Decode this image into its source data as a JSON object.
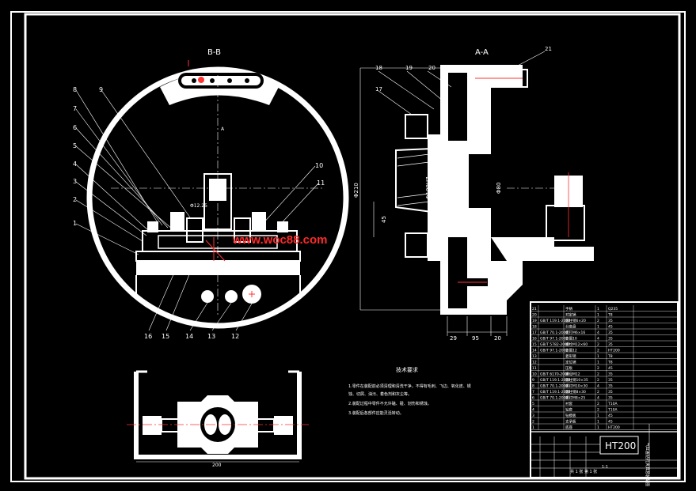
{
  "views": {
    "section_bb": "B-B",
    "section_aa": "A-A"
  },
  "watermark": "www.woc88.com",
  "callouts_bb_left": [
    "8",
    "7",
    "6",
    "5",
    "4",
    "3",
    "2",
    "1"
  ],
  "callouts_bb_top": [
    "9"
  ],
  "callouts_bb_right": [
    "10",
    "11"
  ],
  "callouts_bb_bottom": [
    "16",
    "15",
    "14",
    "13",
    "12"
  ],
  "callouts_aa": [
    "18",
    "19",
    "20",
    "21",
    "17"
  ],
  "dimensions": {
    "d210": "Φ210",
    "d45": "45",
    "d80": "Φ80",
    "d70": "Φ70",
    "d100h7": "Φ100H7",
    "w29": "29",
    "w95": "95",
    "w20": "20",
    "bottom": "200",
    "phi": "Φ12.25"
  },
  "tech": {
    "title": "技术要求",
    "lines": [
      "1.零件在装配前必须清理和清洗干净，不得有毛刺、飞边、氧化皮、锈",
      "蚀、切屑、油污、着色剂和灰尘等。",
      "2.装配过程中零件不允许磕、碰、划伤和锈蚀。",
      "3.装配后各部件应能灵活转动。"
    ]
  },
  "title_block": {
    "material": "HT200",
    "drawing_name": "气缸盖钻孔夹具总装配图",
    "rows": [
      [
        "1",
        "",
        "底座",
        "1",
        "HT200"
      ],
      [
        "2",
        "",
        "支承板",
        "1",
        "45"
      ],
      [
        "3",
        "",
        "钻模板",
        "1",
        "45"
      ],
      [
        "4",
        "",
        "钻套",
        "2",
        "T10A"
      ],
      [
        "5",
        "",
        "衬套",
        "2",
        "T10A"
      ],
      [
        "6",
        "GB/T 70.1-2000",
        "螺钉M8×25",
        "4",
        "35"
      ],
      [
        "7",
        "GB/T 119.1-2000",
        "圆柱销8×30",
        "2",
        "35"
      ],
      [
        "8",
        "GB/T 70.1-2000",
        "螺钉M10×30",
        "4",
        "35"
      ],
      [
        "9",
        "GB/T 119.1-2000",
        "圆柱销10×35",
        "2",
        "35"
      ],
      [
        "10",
        "GB/T 6170-2000",
        "螺母M12",
        "2",
        "35"
      ],
      [
        "11",
        "",
        "压板",
        "2",
        "45"
      ],
      [
        "12",
        "",
        "定位销",
        "1",
        "T8"
      ],
      [
        "13",
        "",
        "菱形销",
        "1",
        "T8"
      ],
      [
        "14",
        "GB/T 97.1-2002",
        "垫圈12",
        "2",
        "HT200"
      ],
      [
        "15",
        "GB/T 5782-2000",
        "螺栓M12×60",
        "2",
        "35"
      ],
      [
        "16",
        "GB/T 97.1-2002",
        "垫圈10",
        "4",
        "35"
      ],
      [
        "17",
        "GB/T 70.1-2000",
        "螺钉M6×16",
        "4",
        "35"
      ],
      [
        "18",
        "",
        "分度盘",
        "1",
        "45"
      ],
      [
        "19",
        "GB/T 119.1-2000",
        "圆柱销6×20",
        "2",
        "35"
      ],
      [
        "20",
        "",
        "对定销",
        "1",
        "T8"
      ],
      [
        "21",
        "",
        "手柄",
        "1",
        "Q235"
      ]
    ],
    "scale": "1:1",
    "sheet": "共 1 张 第 1 张"
  }
}
